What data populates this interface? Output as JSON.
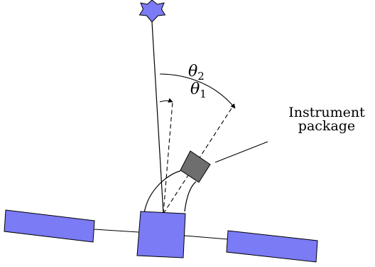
{
  "labels": {
    "theta2_symbol": "θ",
    "theta2_sub": "2",
    "theta1_symbol": "θ",
    "theta1_sub": "1",
    "instrument_line1": "Instrument",
    "instrument_line2": "package"
  },
  "colors": {
    "spacecraft_fill": "#7b7bf5",
    "instrument_fill": "#6e6e6e",
    "star_fill": "#7b7bf5",
    "line": "#000000"
  },
  "icons": {
    "star": "six-point-star-icon"
  }
}
